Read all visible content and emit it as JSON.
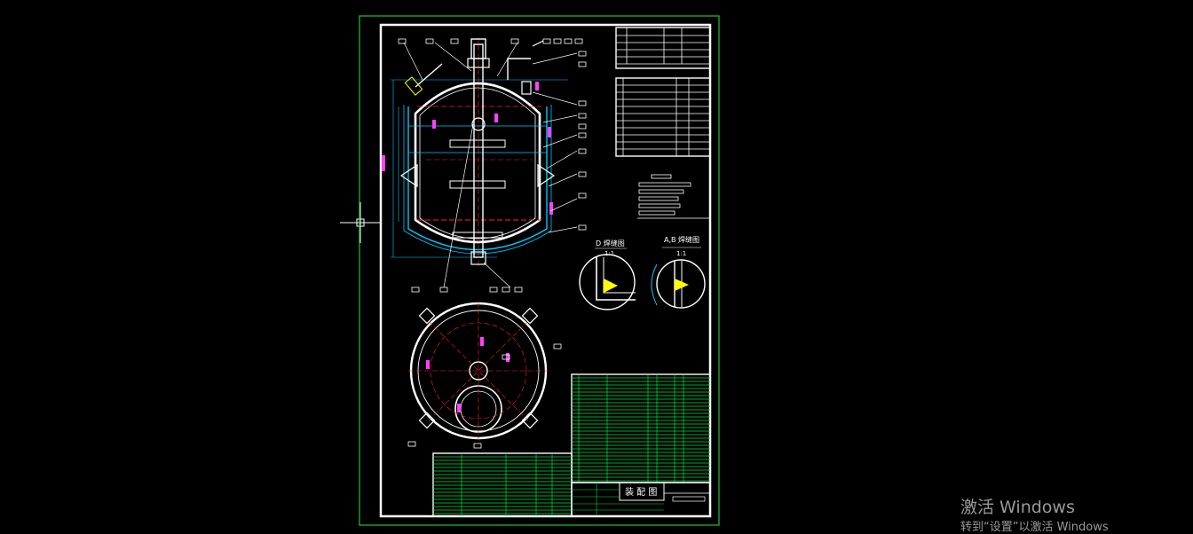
{
  "drawing": {
    "title_block_name": "装 配 图",
    "detail_d_title": "D 焊缝图",
    "detail_d_scale": "1:1",
    "detail_ab_title": "A,B 焊缝图",
    "detail_ab_scale": "1:1"
  },
  "watermark": {
    "title": "激活 Windows",
    "subtitle": "转到“设置”以激活 Windows"
  },
  "colors": {
    "background": "#000000",
    "frame": "#ffffff",
    "outer_frame": "#22c03a",
    "vessel": "#ffffff",
    "jacket": "#00c8ff",
    "centerline": "#ff2020",
    "table": "#00e040",
    "tag": "#ff40ff",
    "weld": "#ffff00"
  }
}
